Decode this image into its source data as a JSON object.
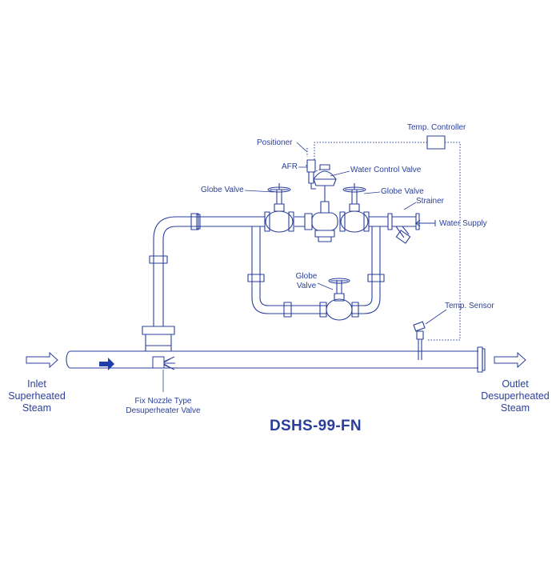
{
  "diagram": {
    "title": "DSHS-99-FN",
    "colors": {
      "line": "#2a3f9c",
      "arrow": "#1f3fa8"
    },
    "labels": {
      "temp_controller": "Temp. Controller",
      "positioner": "Positioner",
      "afr": "AFR",
      "water_control_valve": "Water Control Valve",
      "globe_valve_left": "Globe Valve",
      "globe_valve_right": "Globe Valve",
      "strainer": "Strainer",
      "water_supply": "Water Supply",
      "globe_valve_bypass_l1": "Globe",
      "globe_valve_bypass_l2": "Valve",
      "temp_sensor": "Temp. Sensor",
      "inlet_l1": "Inlet",
      "inlet_l2": "Superheated",
      "inlet_l3": "Steam",
      "outlet_l1": "Outlet",
      "outlet_l2": "Desuperheated",
      "outlet_l3": "Steam",
      "nozzle_l1": "Fix Nozzle Type",
      "nozzle_l2": "Desuperheater Valve"
    }
  }
}
